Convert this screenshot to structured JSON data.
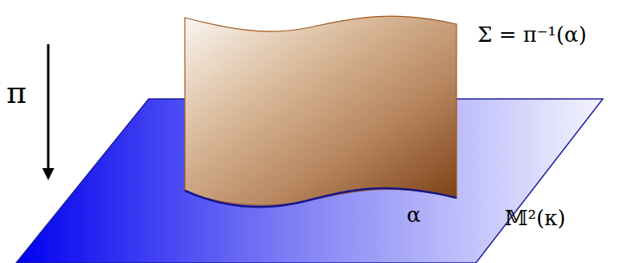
{
  "diagram": {
    "labels": [
      "π",
      "Σ = π⁻¹(α)",
      "α",
      "𝕄²(κ)"
    ]
  }
}
